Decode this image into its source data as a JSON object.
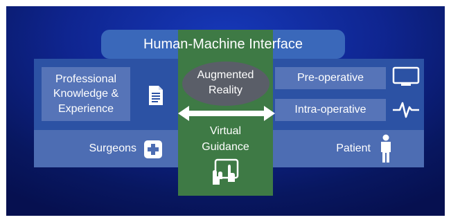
{
  "header": {
    "title": "Human-Machine Interface"
  },
  "left": {
    "knowledge_label": "Professional\nKnowledge &\nExperience",
    "knowledge_icon": "document-icon",
    "surgeons_label": "Surgeons",
    "surgeons_icon": "medical-cross-icon"
  },
  "center": {
    "ar_label": "Augmented\nReality",
    "vg_label": "Virtual\nGuidance",
    "arrow_icon": "double-arrow-icon",
    "tablet_icon": "touch-tablet-icon"
  },
  "right": {
    "preop_label": "Pre-operative",
    "preop_icon": "monitor-icon",
    "intraop_label": "Intra-operative",
    "intraop_icon": "heartbeat-icon",
    "patient_label": "Patient",
    "patient_icon": "person-icon"
  },
  "colors": {
    "background": "#0f2590",
    "panel": "#2c52a4",
    "box": "#5674b8",
    "band": "#4d6db3",
    "green": "#3e7a45",
    "ar_ellipse": "#5a5e68"
  }
}
